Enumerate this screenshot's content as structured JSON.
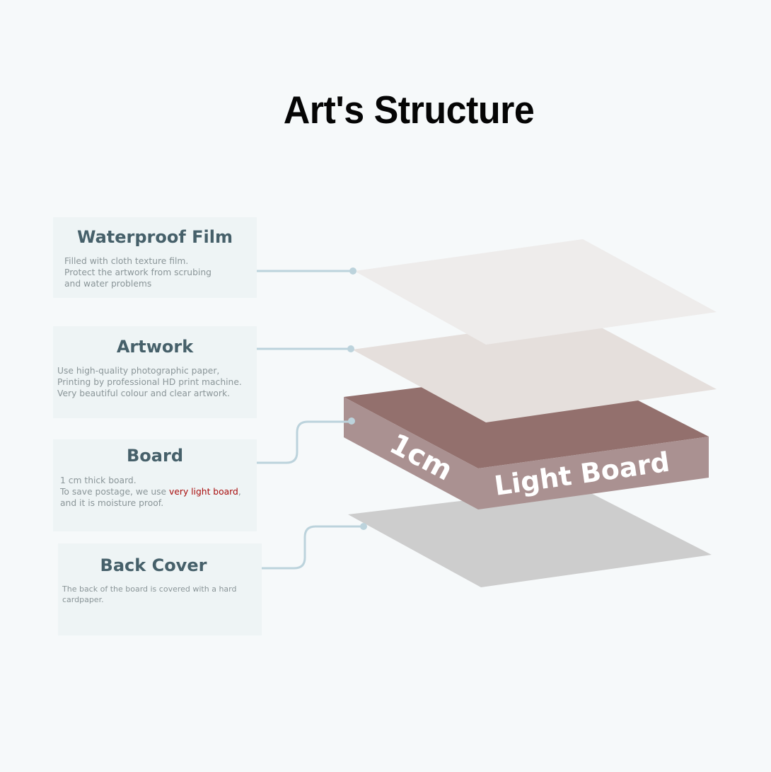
{
  "title": "Art's Structure",
  "layers": [
    {
      "name": "Waterproof Film",
      "lines": [
        "Filled with cloth texture film.",
        "Protect the artwork from scrubing",
        "and water problems"
      ]
    },
    {
      "name": "Artwork",
      "lines": [
        "Use high-quality photographic paper,",
        "Printing by professional HD print machine.",
        "Very beautiful colour and clear artwork."
      ]
    },
    {
      "name": "Board",
      "line1": "1 cm thick board.",
      "line2_pre": "To save postage, we use ",
      "line2_highlight": "very light board",
      "line2_post": ",",
      "line3": "and it is moisture proof."
    },
    {
      "name": "Back Cover",
      "lines": [
        "The back of the board is covered with a hard",
        "cardpaper."
      ]
    }
  ],
  "board_labels": {
    "thickness": "1cm",
    "front": "Light Board"
  },
  "colors": {
    "film": "#eeeceb",
    "artwork": "#e5dfdc",
    "board_top": "#93706d",
    "board_side": "#aa9191",
    "back_cover": "#cdcdcd",
    "connector": "#bcd3dc",
    "highlight": "#a80c0c"
  }
}
